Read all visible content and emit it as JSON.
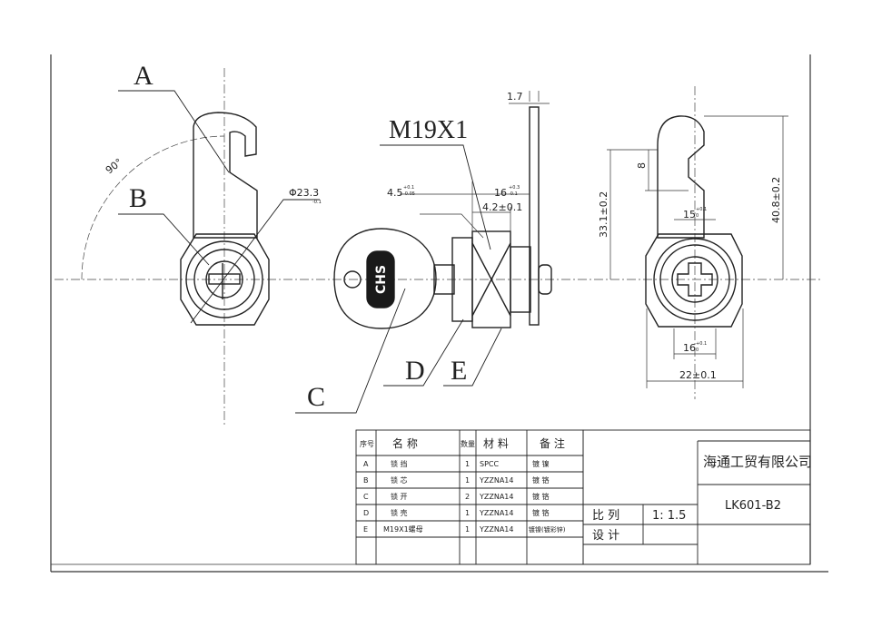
{
  "labels": {
    "a": "A",
    "b": "B",
    "c": "C",
    "d": "D",
    "e": "E",
    "thread": "M19X1",
    "angle": "90°"
  },
  "dimensions": {
    "dia": "Φ23.3",
    "dia_tol": "-0.1",
    "t1": "1.7",
    "t2": "4.5",
    "t2_tol_up": "+0.1",
    "t2_tol_dn": "-0.05",
    "t3": "16",
    "t3_tol_up": "+0.3",
    "t3_tol_dn": "-0.1",
    "t4": "4.2±0.1",
    "r1": "8",
    "r2": "33.1±0.2",
    "r3": "40.8±0.2",
    "r4": "15",
    "r4_tol_up": "+0.1",
    "r4_tol_dn": "0",
    "r5": "16",
    "r5_tol_up": "+0.1",
    "r5_tol_dn": "0",
    "r6": "22±0.1"
  },
  "key_logo": "CHS",
  "bom": {
    "headers": {
      "no": "序号",
      "name": "名 称",
      "qty": "数量",
      "material": "材 料",
      "note": "备 注"
    },
    "rows": [
      {
        "no": "A",
        "name": "锁 挡",
        "qty": "1",
        "material": "SPCC",
        "note": "镀 镍"
      },
      {
        "no": "B",
        "name": "锁 芯",
        "qty": "1",
        "material": "YZZNA14",
        "note": "镀 铬"
      },
      {
        "no": "C",
        "name": "锁 开",
        "qty": "2",
        "material": "YZZNA14",
        "note": "镀 铬"
      },
      {
        "no": "D",
        "name": "锁 壳",
        "qty": "1",
        "material": "YZZNA14",
        "note": "镀 铬"
      },
      {
        "no": "E",
        "name": "M19X1螺母",
        "qty": "1",
        "material": "YZZNA14",
        "note": "镀镍(镀彩锌)"
      }
    ]
  },
  "title_block": {
    "company": "海通工贸有限公司",
    "drawing_no": "LK601-B2",
    "scale_label": "比 列",
    "scale_value": "1: 1.5",
    "design_label": "设 计"
  }
}
